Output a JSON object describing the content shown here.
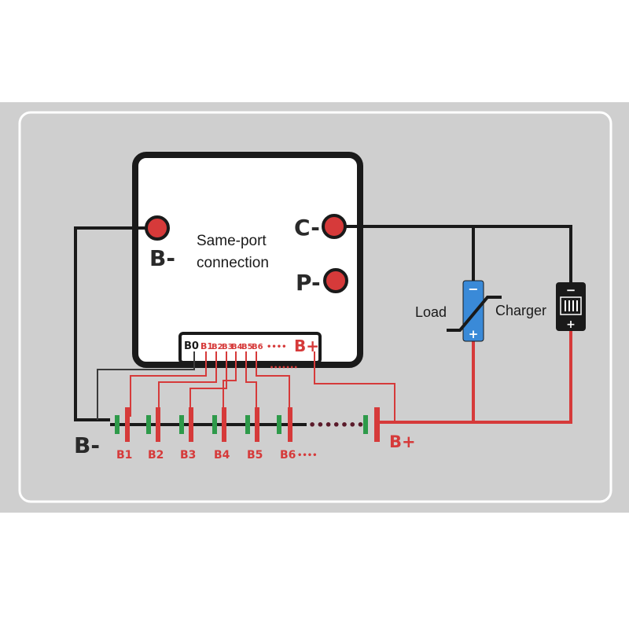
{
  "board": {
    "center_label_line1": "Same-port",
    "center_label_line2": "connection",
    "pin_b_minus": "B-",
    "pin_c_minus": "C-",
    "pin_p_minus": "P-"
  },
  "header_pins": {
    "b0": "B0",
    "b1": "B1",
    "b2": "B2",
    "b3": "B3",
    "b4": "B4",
    "b5": "B5",
    "b6": "B6",
    "more": "••••",
    "b_plus": "B+",
    "dots_below": "•••••••"
  },
  "pack": {
    "b_minus": "B-",
    "b_plus": "B+",
    "cells": [
      "B1",
      "B2",
      "B3",
      "B4",
      "B5",
      "B6"
    ],
    "more_cells": "••••",
    "ellipsis": "•••••••"
  },
  "load_label": "Load",
  "charger_label": "Charger",
  "load_minus": "−",
  "load_plus": "+",
  "charger_minus": "−",
  "charger_plus": "+",
  "colors": {
    "frame_bg": "#cfcfcf",
    "wire_red": "#d63a3a",
    "wire_black": "#1a1a1a",
    "cell_green": "#2e9a4a",
    "cell_red": "#d63a3a",
    "load_blue": "#3a8ad8"
  }
}
